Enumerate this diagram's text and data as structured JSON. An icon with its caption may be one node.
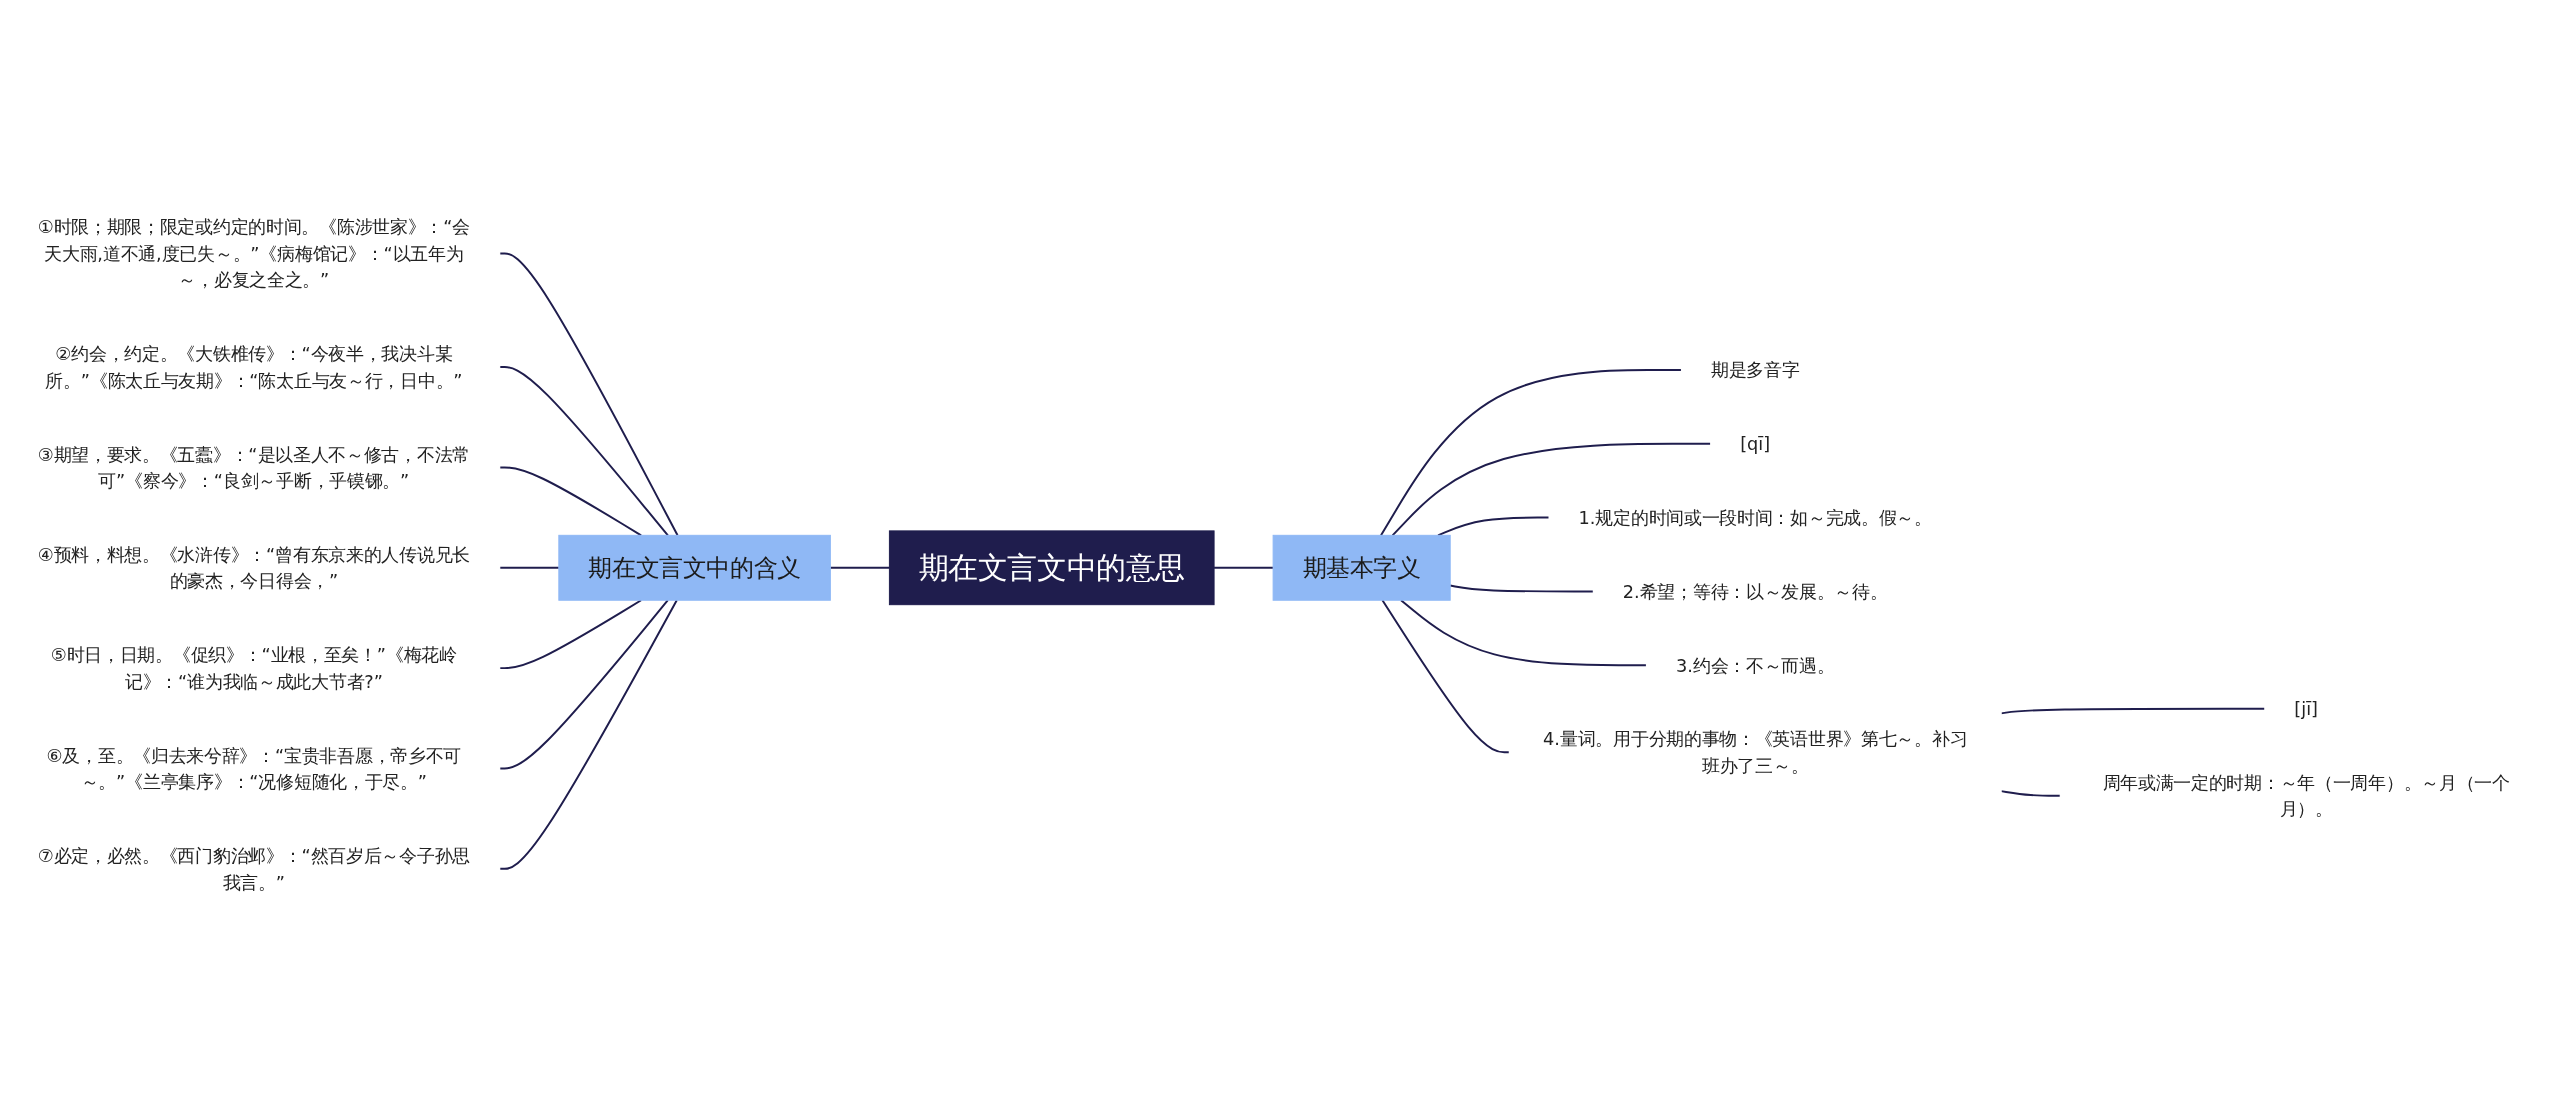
{
  "diagram": {
    "nodes": [
      {
        "text": [
          "期在文言文中的意思"
        ]
      },
      {
        "text": [
          "期在文言文中的含义"
        ]
      },
      {
        "text": [
          "①时限；期限；限定或约定的时间。《陈涉世家》：“会天大雨,道不通,度已失～。”《病梅馆记》：“以五年为～，必复之全之。”"
        ]
      },
      {
        "text": [
          "②约会，约定。《大铁椎传》：“今夜半，我决斗某所。”《陈太丘与友期》：“陈太丘与友～行，日中。”"
        ]
      },
      {
        "text": [
          "③期望，要求。《五蠹》：“是以圣人不～修古，不法常可”《察今》：“良剑～乎断，乎镆铘。”"
        ]
      },
      {
        "text": [
          "④预料，料想。《水浒传》：“曾有东京来的人传说兄长的豪杰，今日得会，”"
        ]
      },
      {
        "text": [
          "⑤时日，日期。《促织》：“业根，至矣！”《梅花岭记》：“谁为我临～成此大节者?”"
        ]
      },
      {
        "text": [
          "⑥及，至。《归去来兮辞》：“宝贵非吾愿，帝乡不可～。”《兰亭集序》：“况修短随化，于尽。”"
        ]
      },
      {
        "text": [
          "⑦必定，必然。《西门豹治邺》：“然百岁后～令子孙思我言。”"
        ]
      },
      {
        "text": [
          "期基本字义"
        ]
      },
      {
        "text": [
          "期是多音字"
        ]
      },
      {
        "text": [
          "[qī]"
        ]
      },
      {
        "text": [
          "1.规定的时间或一段时间：如～完成。假～。"
        ]
      },
      {
        "text": [
          "2.希望；等待：以～发展。～待。"
        ]
      },
      {
        "text": [
          "3.约会：不～而遇。"
        ]
      },
      {
        "text": [
          "4.量词。用于分期的事物：《英语世界》第七～。补习班办了三～。"
        ]
      },
      {
        "text": [
          "[jī]"
        ]
      },
      {
        "text": [
          "周年或满一定的时期：～年（一周年）。～月（一个月）。"
        ]
      }
    ],
    "edges": [
      {
        "from": 0,
        "to": 1,
        "arrow": "none"
      },
      {
        "from": 1,
        "to": 2,
        "arrow": "none"
      },
      {
        "from": 1,
        "to": 3,
        "arrow": "none"
      },
      {
        "from": 1,
        "to": 4,
        "arrow": "none"
      },
      {
        "from": 1,
        "to": 5,
        "arrow": "none"
      },
      {
        "from": 1,
        "to": 6,
        "arrow": "none"
      },
      {
        "from": 1,
        "to": 7,
        "arrow": "none"
      },
      {
        "from": 1,
        "to": 8,
        "arrow": "none"
      },
      {
        "from": 0,
        "to": 9,
        "arrow": "none"
      },
      {
        "from": 9,
        "to": 10,
        "arrow": "none"
      },
      {
        "from": 9,
        "to": 11,
        "arrow": "none"
      },
      {
        "from": 9,
        "to": 12,
        "arrow": "none"
      },
      {
        "from": 9,
        "to": 13,
        "arrow": "none"
      },
      {
        "from": 9,
        "to": 14,
        "arrow": "none"
      },
      {
        "from": 9,
        "to": 15,
        "arrow": "none"
      },
      {
        "from": 15,
        "to": 16,
        "arrow": "none"
      },
      {
        "from": 15,
        "to": 17,
        "arrow": "none"
      }
    ]
  }
}
